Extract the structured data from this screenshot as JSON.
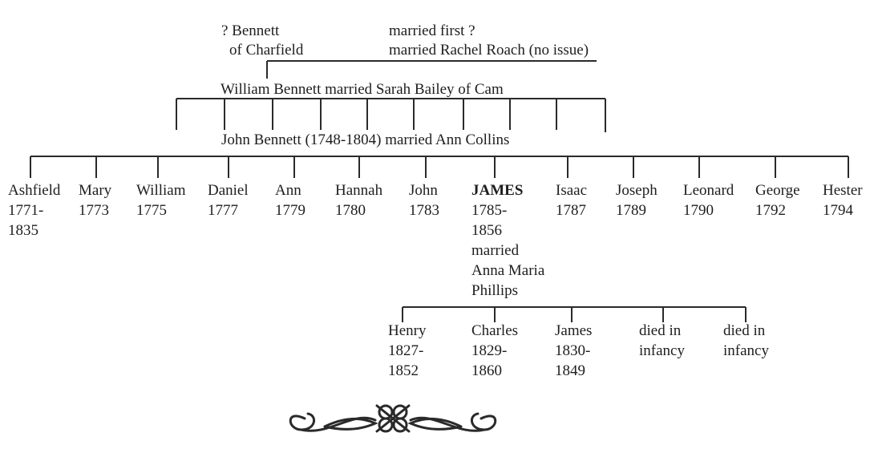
{
  "ancestor": {
    "name_line1": "? Bennett",
    "name_line2": "of Charfield"
  },
  "ancestor_spouses": {
    "line1": "married first ?",
    "line2": "married Rachel Roach (no issue)"
  },
  "gen2": {
    "couple": "William Bennett married Sarah Bailey of Cam"
  },
  "gen3": {
    "couple": "John Bennett (1748-1804) married Ann Collins"
  },
  "children": [
    {
      "name": "Ashfield",
      "dates": [
        "1771-",
        "1835"
      ]
    },
    {
      "name": "Mary",
      "dates": [
        "1773"
      ]
    },
    {
      "name": "William",
      "dates": [
        "1775"
      ]
    },
    {
      "name": "Daniel",
      "dates": [
        "1777"
      ]
    },
    {
      "name": "Ann",
      "dates": [
        "1779"
      ]
    },
    {
      "name": "Hannah",
      "dates": [
        "1780"
      ]
    },
    {
      "name": "John",
      "dates": [
        "1783"
      ]
    },
    {
      "name": "JAMES",
      "dates": [
        "1785-",
        "1856",
        "married",
        "Anna Maria",
        "Phillips"
      ],
      "highlight": true
    },
    {
      "name": "Isaac",
      "dates": [
        "1787"
      ]
    },
    {
      "name": "Joseph",
      "dates": [
        "1789"
      ]
    },
    {
      "name": "Leonard",
      "dates": [
        "1790"
      ]
    },
    {
      "name": "George",
      "dates": [
        "1792"
      ]
    },
    {
      "name": "Hester",
      "dates": [
        "1794"
      ]
    }
  ],
  "grandchildren": [
    {
      "name": "Henry",
      "dates": [
        "1827-",
        "1852"
      ]
    },
    {
      "name": "Charles",
      "dates": [
        "1829-",
        "1860"
      ]
    },
    {
      "name": "James",
      "dates": [
        "1830-",
        "1849"
      ]
    },
    {
      "name": "died in",
      "dates": [
        "infancy"
      ]
    },
    {
      "name": "died in",
      "dates": [
        "infancy"
      ]
    }
  ],
  "ornament": {
    "icon": "flourish-ornament-icon"
  }
}
